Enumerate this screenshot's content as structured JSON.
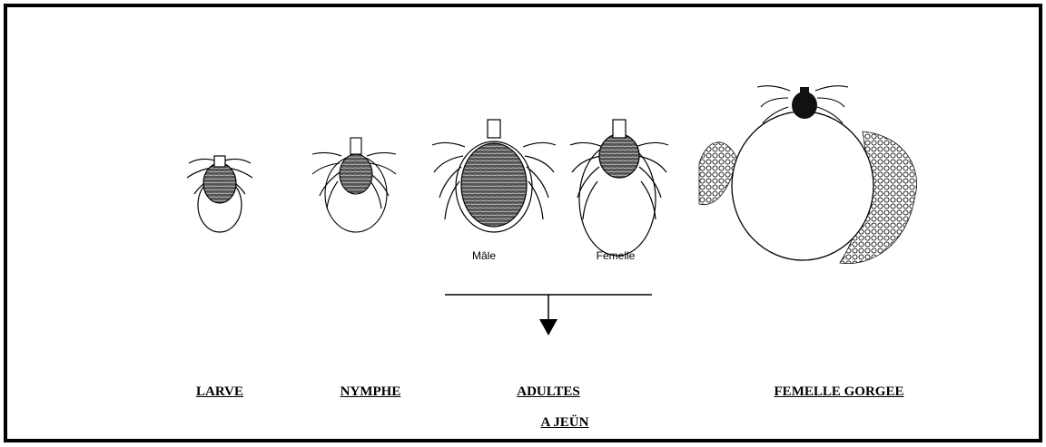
{
  "stages": {
    "larve": "LARVE",
    "nymphe": "NYMPHE",
    "adultes": "ADULTES",
    "adultes_sub": "A JEÜN",
    "femelle_gorgee": "FEMELLE GORGEE"
  },
  "adult_captions": {
    "male": "Mâle",
    "female": "Femelle"
  },
  "colors": {
    "ink": "#000000",
    "shield": "#222222",
    "background": "#ffffff"
  }
}
